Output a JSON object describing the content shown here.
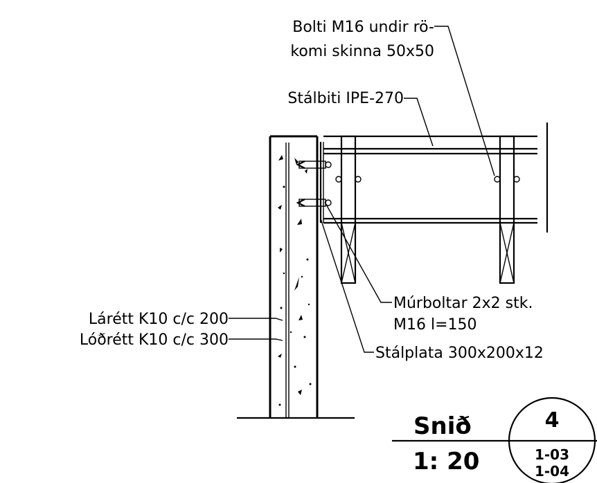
{
  "labels": {
    "bolt": [
      "Bolti M16 undir rö-",
      "komi skinna 50x50"
    ],
    "beam": "Stálbiti IPE-270",
    "anchor": [
      "Múrboltar 2x2 stk.",
      "M16 l=150"
    ],
    "plate": "Stálplata 300x200x12",
    "horizontal_rebar": "Lárétt K10 c/c 200",
    "vertical_rebar": "Lóðrétt K10 c/c 300"
  },
  "title_block": {
    "section_label": "Snið",
    "scale": "1: 20",
    "section_number": "4",
    "sheet_refs": [
      "1-03",
      "1-04"
    ]
  }
}
